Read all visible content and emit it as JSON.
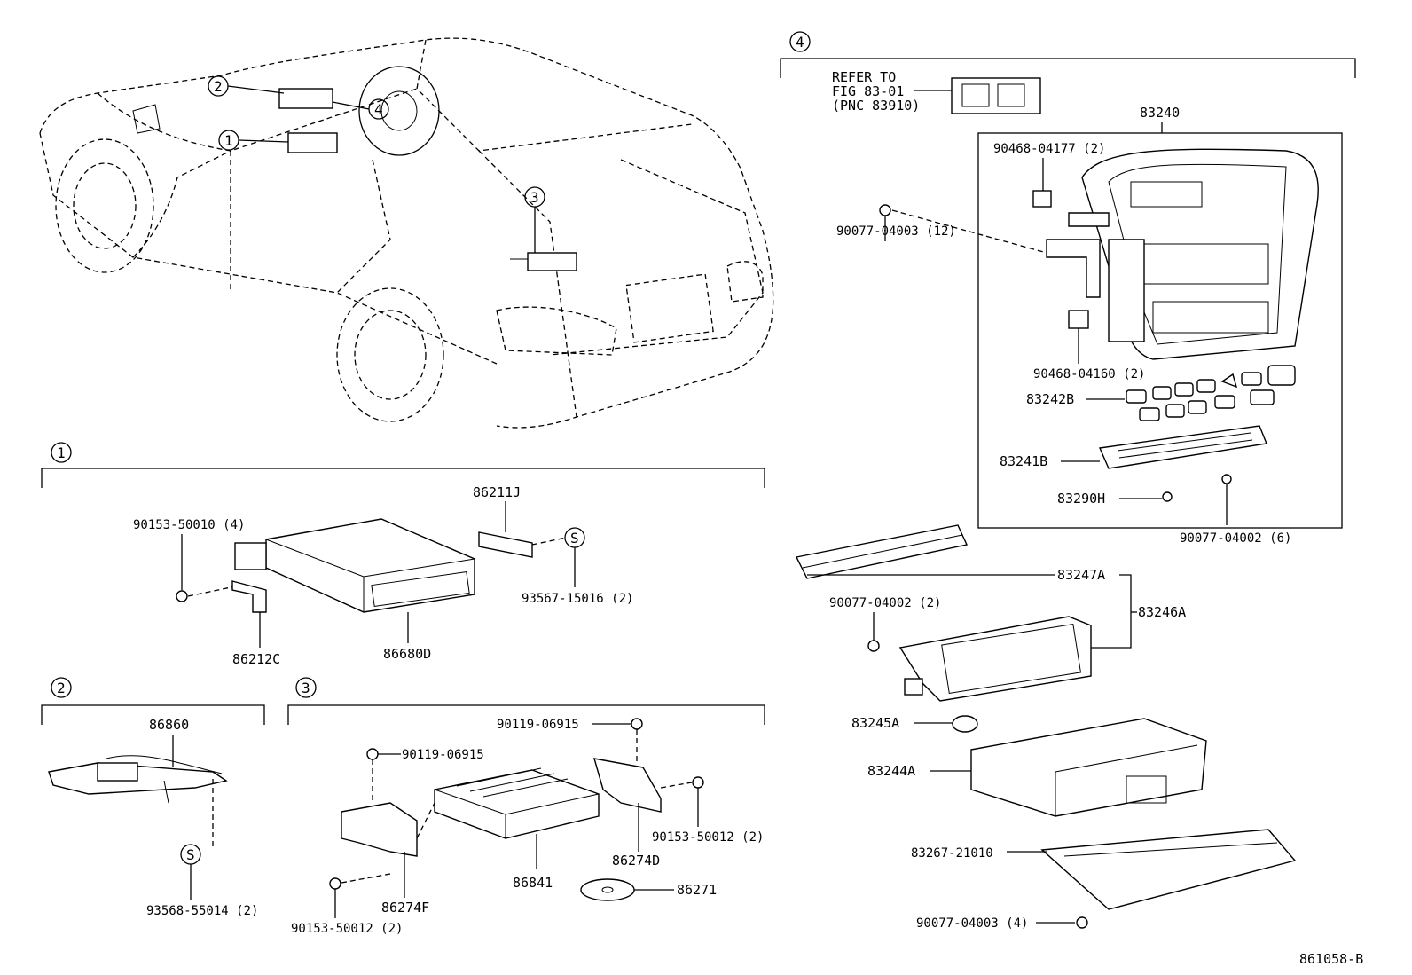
{
  "diagram_id": "861058-B",
  "callouts": {
    "c1": "1",
    "c2": "2",
    "c3": "3",
    "c4": "4",
    "s1": "S",
    "s2": "S"
  },
  "section4": {
    "refer_line1": "REFER TO",
    "refer_line2": "FIG 83-01",
    "refer_line3": "(PNC 83910)",
    "p83240": "83240",
    "p90468_04177": "90468-04177 (2)",
    "p90077_04003_12": "90077-04003 (12)",
    "p90468_04160": "90468-04160 (2)",
    "p83242B": "83242B",
    "p83241B": "83241B",
    "p83290H": "83290H",
    "p90077_04002_6": "90077-04002 (6)",
    "p83247A": "83247A",
    "p90077_04002_2": "90077-04002 (2)",
    "p83246A": "83246A",
    "p83245A": "83245A",
    "p83244A": "83244A",
    "p83267_21010": "83267-21010",
    "p90077_04003_4": "90077-04003 (4)"
  },
  "section1": {
    "p86211J": "86211J",
    "p90153_50010": "90153-50010 (4)",
    "p93567_15016": "93567-15016 (2)",
    "p86212C": "86212C",
    "p86680D": "86680D"
  },
  "section2": {
    "p86860": "86860",
    "p93568_55014": "93568-55014 (2)"
  },
  "section3": {
    "p90119_06915_a": "90119-06915",
    "p90119_06915_b": "90119-06915",
    "p90153_50012_a": "90153-50012 (2)",
    "p90153_50012_b": "90153-50012 (2)",
    "p86274D": "86274D",
    "p86274F": "86274F",
    "p86841": "86841",
    "p86271": "86271"
  }
}
